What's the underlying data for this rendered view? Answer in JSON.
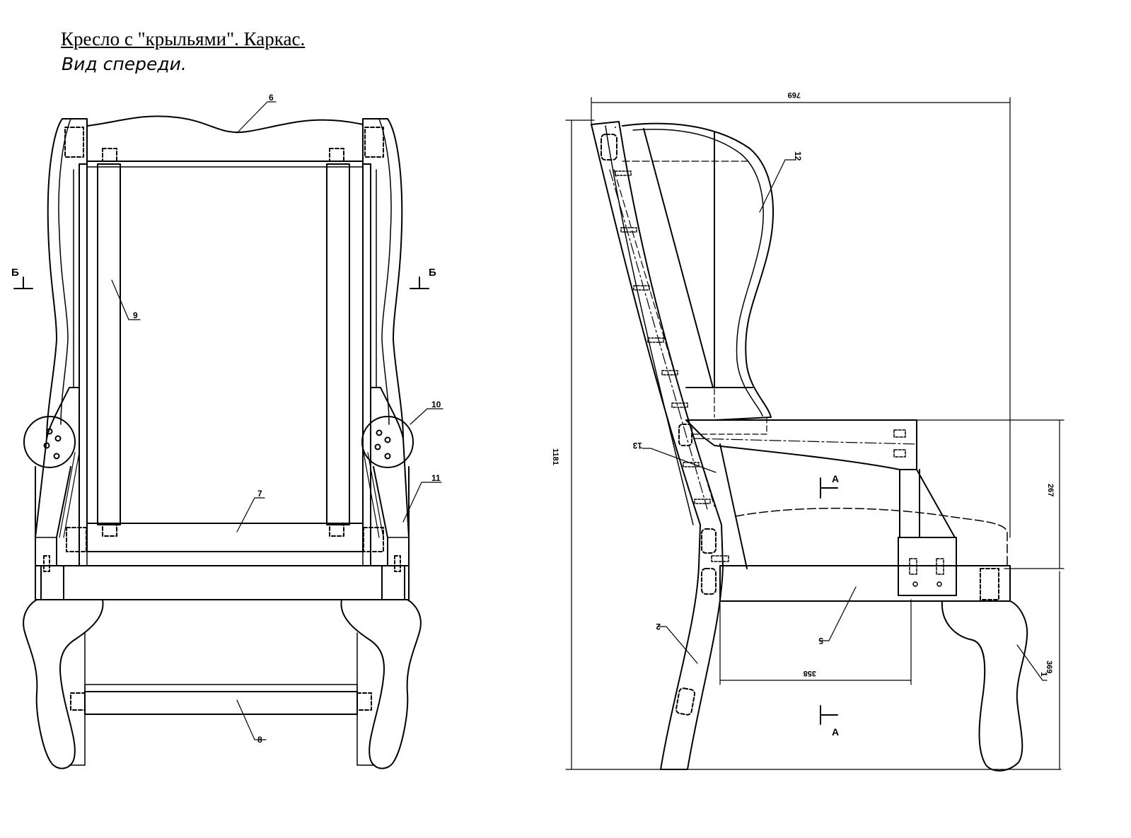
{
  "header": {
    "title": "Кресло с \"крыльями\". Каркас.",
    "view_label": "Вид  спереди."
  },
  "front_view": {
    "part_labels": [
      "6",
      "9",
      "10",
      "11",
      "7",
      "8"
    ],
    "section_marks": [
      "Б",
      "Б"
    ]
  },
  "side_view": {
    "part_labels": [
      "12",
      "13",
      "2",
      "5",
      "1"
    ],
    "section_marks": [
      "А",
      "А"
    ],
    "dimensions": [
      "769",
      "1181",
      "267",
      "358",
      "369"
    ]
  },
  "colors": {
    "ink": "#000000",
    "paper": "#ffffff"
  }
}
